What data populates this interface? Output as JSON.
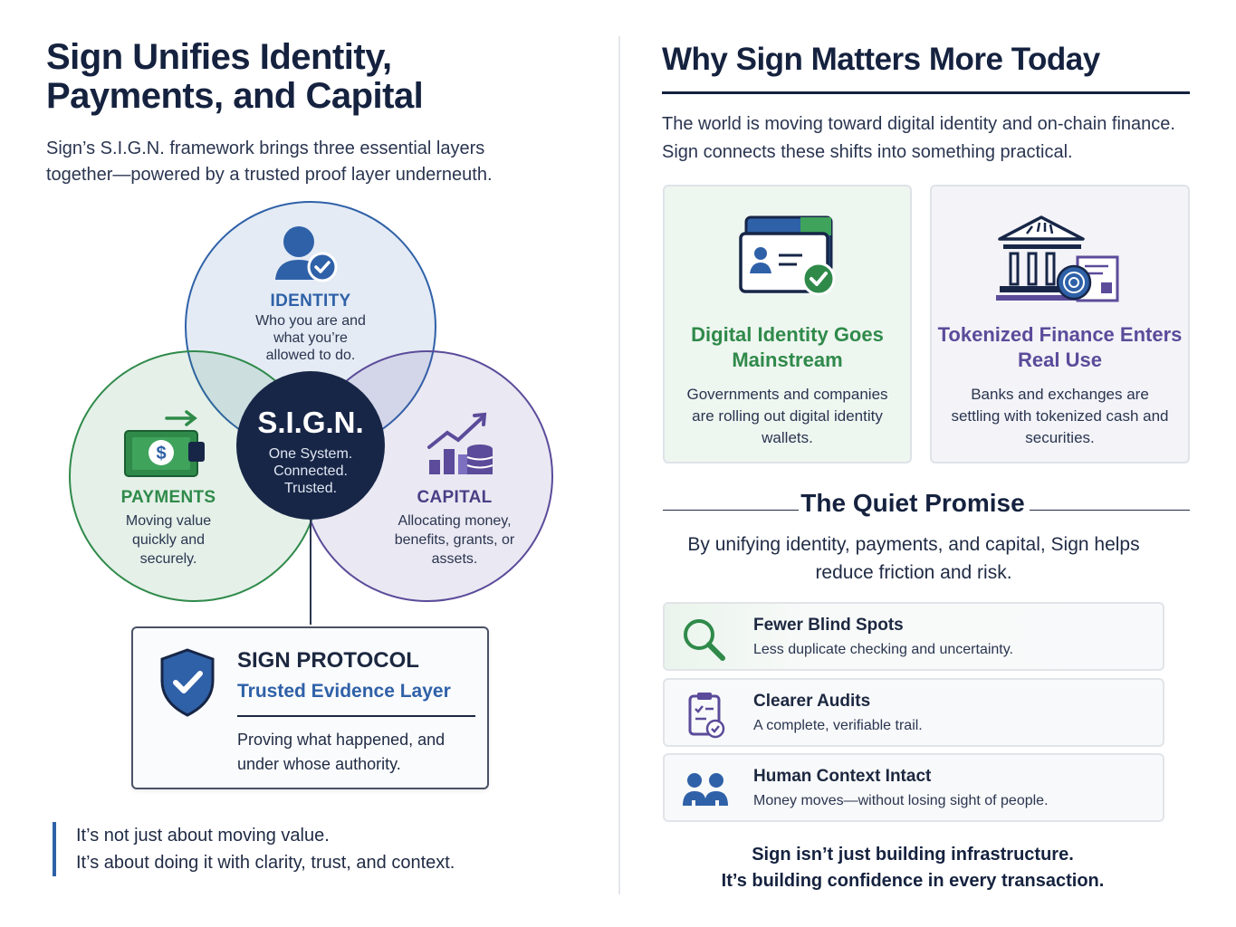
{
  "left": {
    "title_line1": "Sign Unifies Identity,",
    "title_line2": "Payments, and Capital",
    "subtitle": "Sign’s S.I.G.N. framework brings three essential layers together—powered by a trusted proof layer underneuth."
  },
  "venn": {
    "identity": {
      "label": "IDENTITY",
      "desc": "Who you are and what you’re allowed to do.",
      "color": "#2f61a8"
    },
    "payments": {
      "label": "PAYMENTS",
      "desc": "Moving value quickly and securely.",
      "color": "#2f8a4a"
    },
    "capital": {
      "label": "CAPITAL",
      "desc": "Allocating money, benefits, grants, or assets.",
      "color": "#5b4b9a"
    },
    "center": {
      "label": "S.I.G.N.",
      "desc": "One System. Connected. Trusted.",
      "color": "#172647"
    }
  },
  "protocol": {
    "title": "SIGN PROTOCOL",
    "subtitle": "Trusted Evidence Layer",
    "desc": "Proving what happened, and under whose authority."
  },
  "quote": {
    "line1": "It’s not just about moving value.",
    "line2": "It’s about doing it with clarity, trust, and context."
  },
  "right": {
    "title": "Why Sign Matters More Today",
    "intro": "The world is moving toward digital identity and on-chain finance. Sign connects these shifts into something practical."
  },
  "cards": [
    {
      "title": "Digital Identity Goes Mainstream",
      "desc": "Governments and companies are rolling out digital identity wallets.",
      "icon": "id-card-check-icon"
    },
    {
      "title": "Tokenized Finance Enters Real Use",
      "desc": "Banks and exchanges are settling with tokenized cash and securities.",
      "icon": "bank-token-icon"
    }
  ],
  "quiet_promise": {
    "title": "The Quiet Promise",
    "text": "By unifying identity, payments, and capital, Sign helps reduce friction and risk."
  },
  "benefits": [
    {
      "title": "Fewer Blind Spots",
      "desc": "Less duplicate checking and uncertainty.",
      "icon": "magnifier-icon"
    },
    {
      "title": "Clearer Audits",
      "desc": "A complete, verifiable trail.",
      "icon": "clipboard-check-icon"
    },
    {
      "title": "Human Context Intact",
      "desc": "Money moves—without losing sight of people.",
      "icon": "people-icon"
    }
  ],
  "closing": {
    "line1": "Sign isn’t just building infrastructure.",
    "line2": "It’s building confidence in every transaction."
  }
}
